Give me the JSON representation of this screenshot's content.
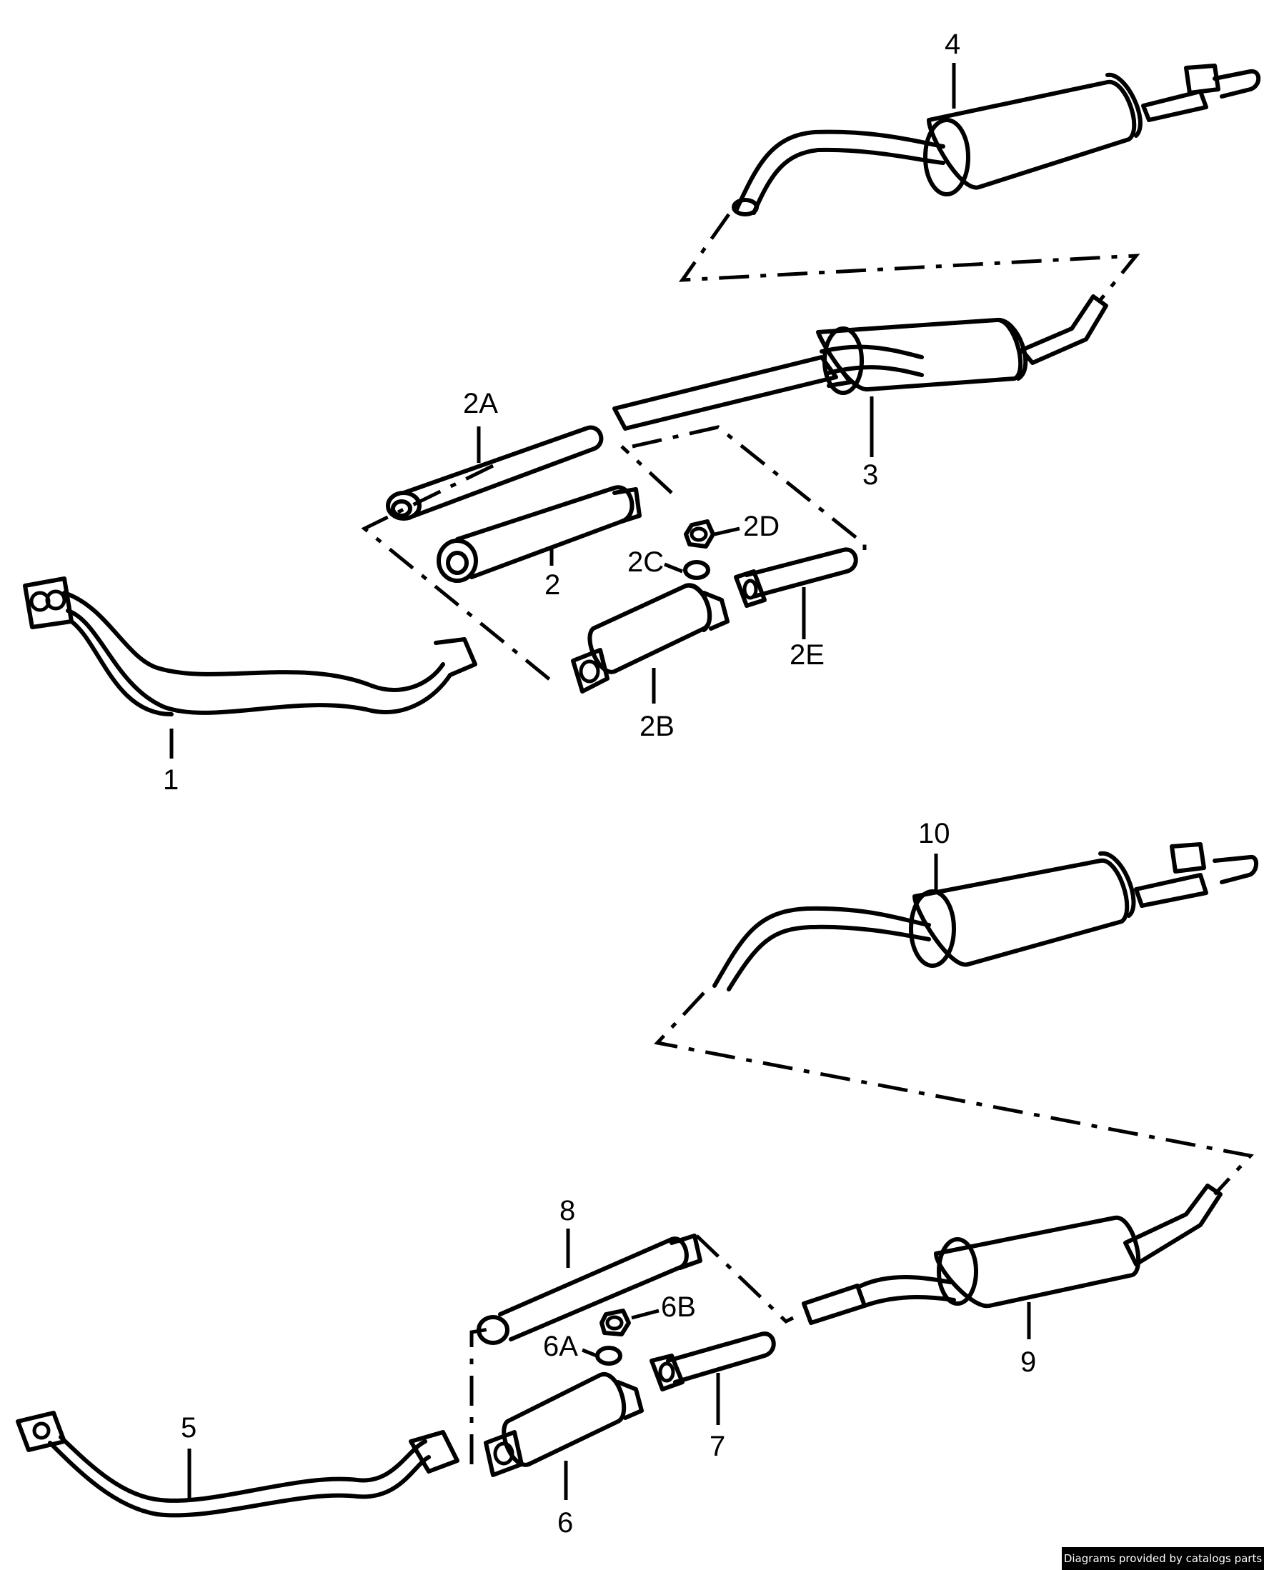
{
  "labels": {
    "p1": "1",
    "p2": "2",
    "p2A": "2A",
    "p2B": "2B",
    "p2C": "2C",
    "p2D": "2D",
    "p2E": "2E",
    "p3": "3",
    "p4": "4",
    "p5": "5",
    "p6": "6",
    "p6A": "6A",
    "p6B": "6B",
    "p7": "7",
    "p8": "8",
    "p9": "9",
    "p10": "10"
  },
  "footer": "Diagrams provided by catalogs parts"
}
